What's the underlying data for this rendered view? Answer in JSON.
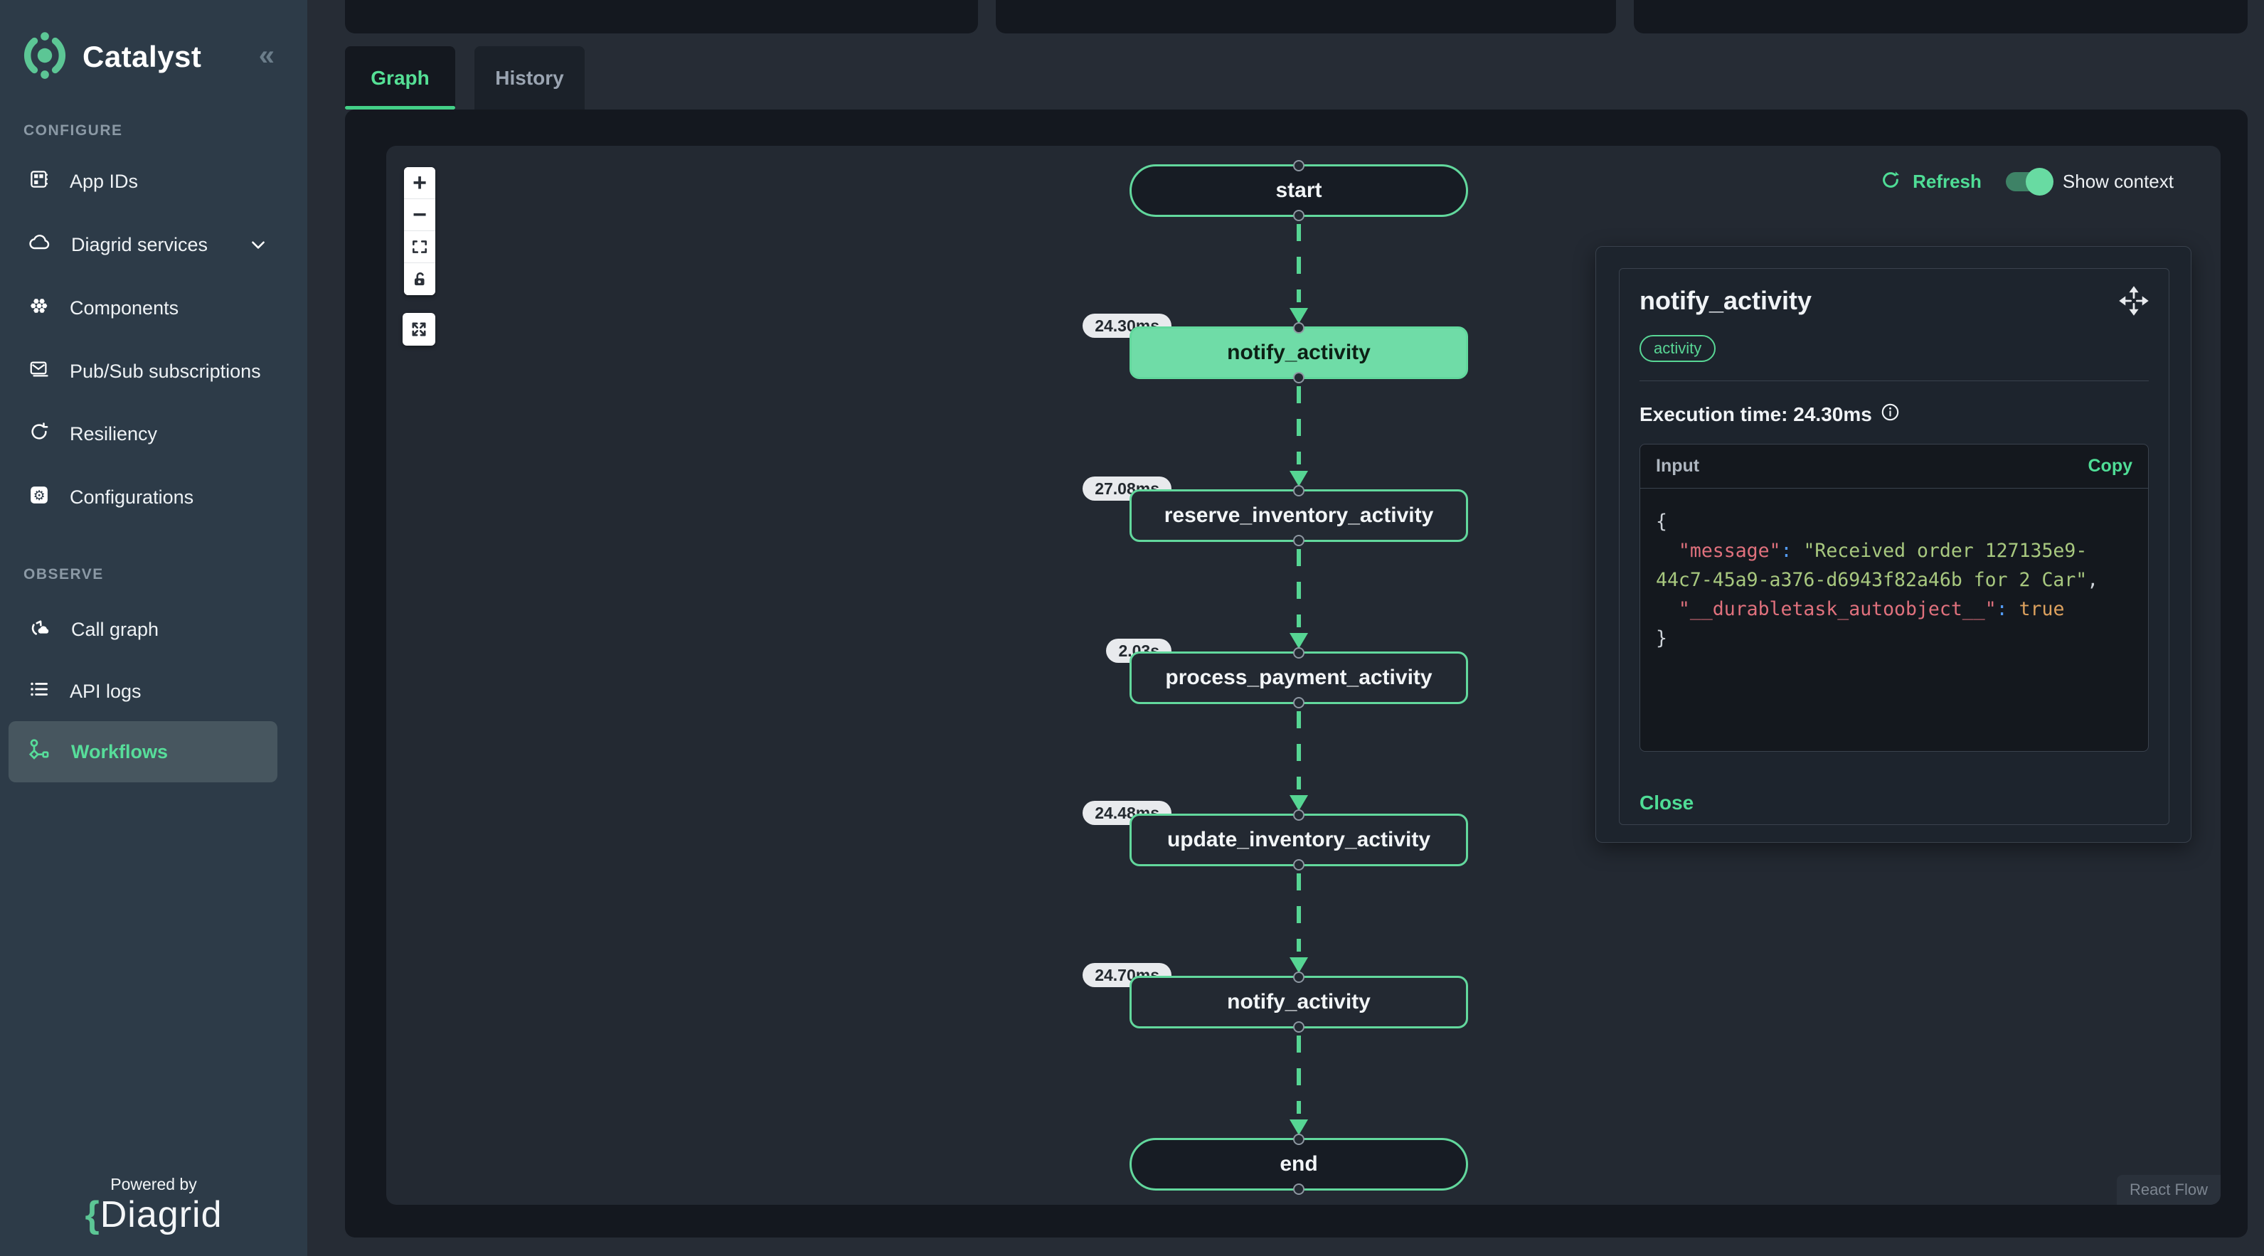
{
  "colors": {
    "accent_green": "#56d593",
    "sidebar_bg": "#2d3b48",
    "canvas_bg": "#232932",
    "card_bg": "#14181f",
    "selected_node_fill": "#6fdca7",
    "badge_bg": "#e8eaed",
    "json_key": "#e0717d",
    "json_string": "#a8c87f",
    "json_bool": "#dda15e"
  },
  "sidebar": {
    "brand": "Catalyst",
    "collapse_glyph": "«",
    "sections": [
      {
        "label": "CONFIGURE",
        "items": [
          {
            "label": "App IDs",
            "icon": "app-ids-icon"
          },
          {
            "label": "Diagrid services",
            "icon": "cloud-icon",
            "has_chevron": true
          },
          {
            "label": "Components",
            "icon": "components-icon"
          },
          {
            "label": "Pub/Sub subscriptions",
            "icon": "envelope-icon"
          },
          {
            "label": "Resiliency",
            "icon": "resiliency-icon"
          },
          {
            "label": "Configurations",
            "icon": "gear-icon"
          }
        ]
      },
      {
        "label": "OBSERVE",
        "items": [
          {
            "label": "Call graph",
            "icon": "call-graph-icon"
          },
          {
            "label": "API logs",
            "icon": "list-icon"
          },
          {
            "label": "Workflows",
            "icon": "workflow-icon",
            "active": true
          }
        ]
      }
    ],
    "powered_by": "Powered by",
    "brand_logo_brace": "{",
    "brand_logo_text": "Diagrid"
  },
  "tabs": [
    {
      "label": "Graph",
      "active": true
    },
    {
      "label": "History",
      "active": false
    }
  ],
  "toolbar": {
    "refresh_label": "Refresh",
    "show_context_label": "Show context",
    "toggle_on": true
  },
  "zoom_controls": {
    "zoom_in": "+",
    "zoom_out": "−"
  },
  "graph": {
    "nodes": [
      {
        "label": "start",
        "type": "terminal"
      },
      {
        "label": "notify_activity",
        "type": "activity",
        "selected": true,
        "duration": "24.30ms"
      },
      {
        "label": "reserve_inventory_activity",
        "type": "activity",
        "duration": "27.08ms"
      },
      {
        "label": "process_payment_activity",
        "type": "activity",
        "duration": "2.03s"
      },
      {
        "label": "update_inventory_activity",
        "type": "activity",
        "duration": "24.48ms"
      },
      {
        "label": "notify_activity",
        "type": "activity",
        "duration": "24.70ms"
      },
      {
        "label": "end",
        "type": "terminal"
      }
    ],
    "attribution": "React Flow"
  },
  "panel": {
    "title": "notify_activity",
    "type_badge": "activity",
    "execution_time_label": "Execution time: 24.30ms",
    "input": {
      "header": "Input",
      "copy_label": "Copy",
      "json": {
        "open_brace": "{",
        "key1": "  \"message\"",
        "colon1": ": ",
        "string1": "\"Received order 127135e9-44c7-45a9-a376-d6943f82a46b for 2 Car\"",
        "comma1": ",",
        "key2": "  \"__durabletask_autoobject__\"",
        "colon2": ": ",
        "bool": "true",
        "close_brace": "}"
      }
    },
    "close_label": "Close"
  }
}
